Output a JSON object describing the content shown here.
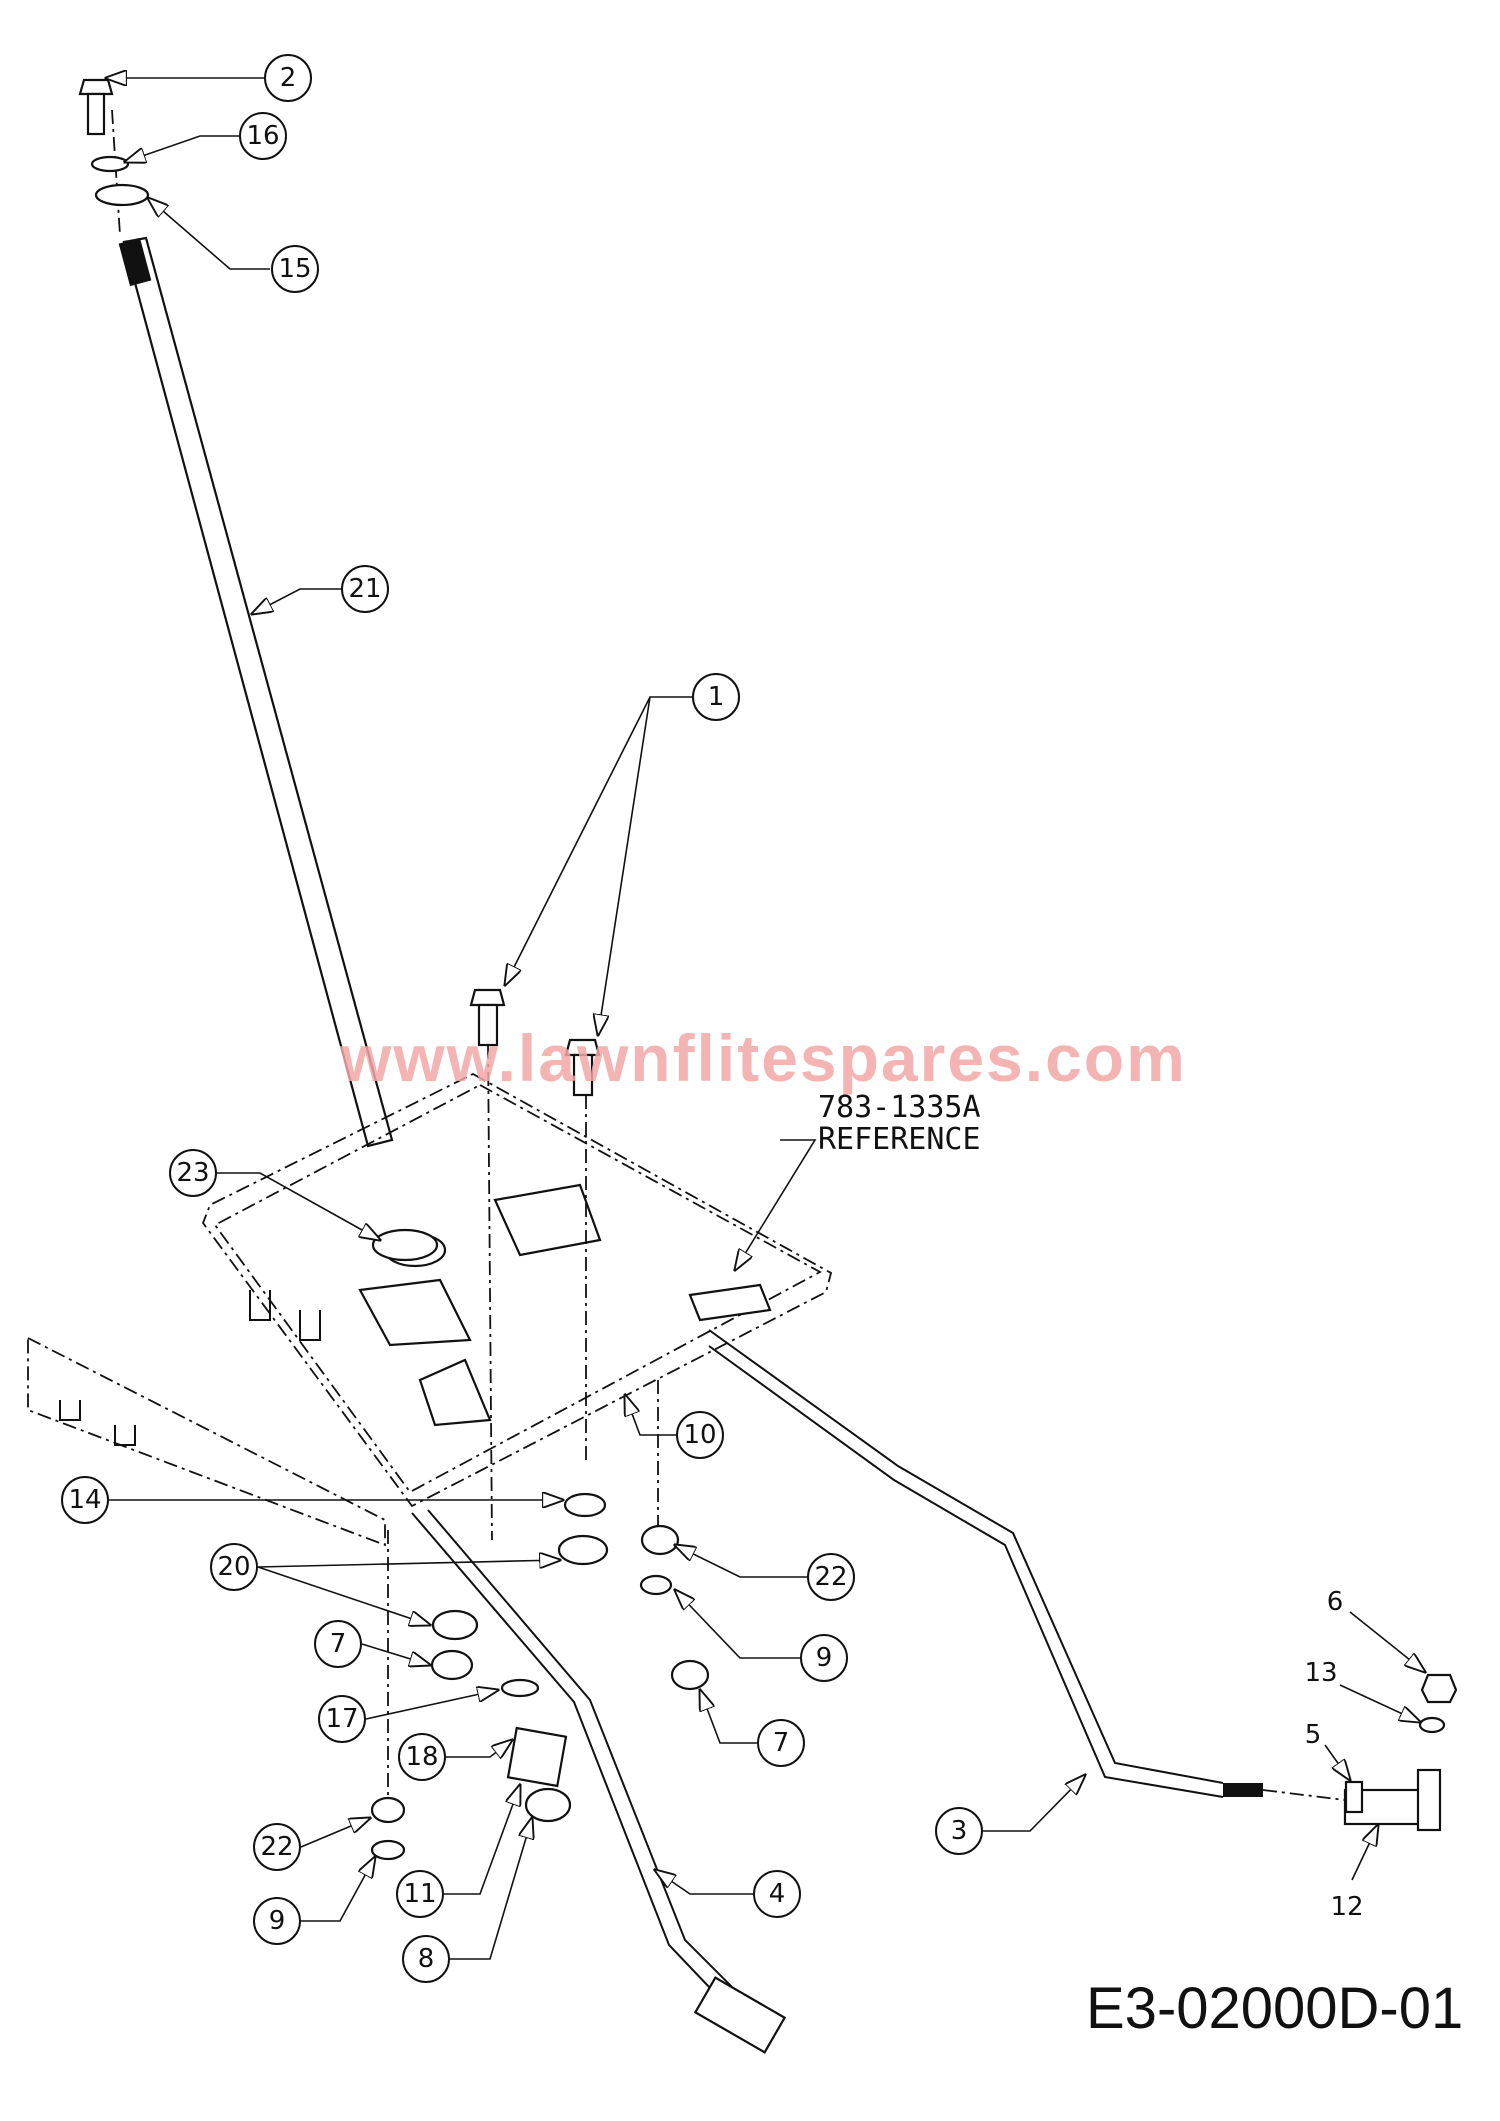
{
  "watermark": "www.lawnflitespares.com",
  "reference": {
    "part_number": "783-1335A",
    "label": "REFERENCE"
  },
  "diagram_id": "E3-02000D-01",
  "callouts": [
    "2",
    "16",
    "15",
    "21",
    "1",
    "23",
    "10",
    "14",
    "20",
    "22",
    "7",
    "9",
    "17",
    "7",
    "18",
    "3",
    "22",
    "4",
    "11",
    "9",
    "8"
  ],
  "plain_labels": [
    "6",
    "13",
    "5",
    "12"
  ]
}
